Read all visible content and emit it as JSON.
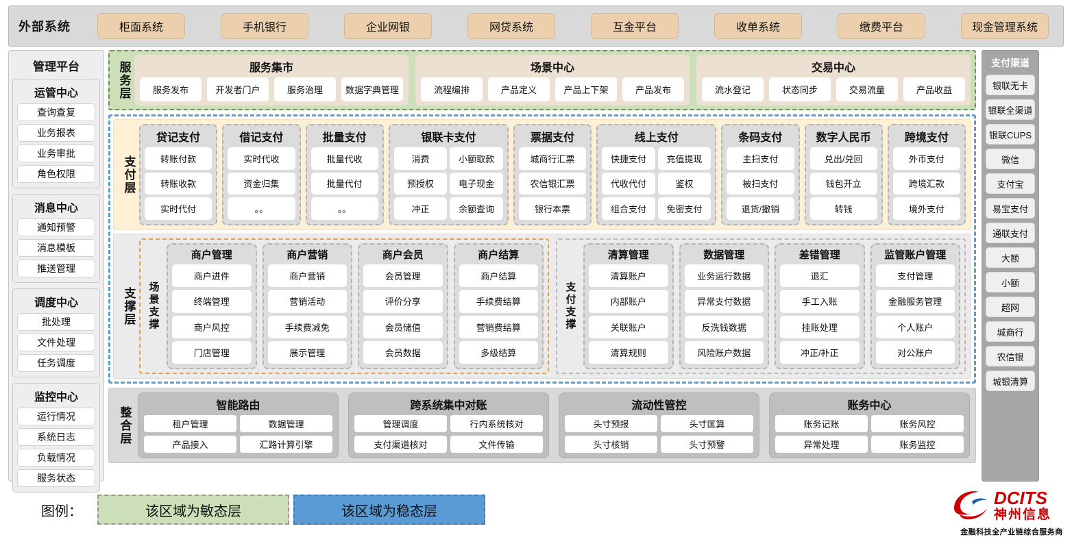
{
  "external": {
    "title": "外部系统",
    "items": [
      "柜面系统",
      "手机银行",
      "企业网银",
      "网贷系统",
      "互金平台",
      "收单系统",
      "缴费平台",
      "现金管理系统"
    ]
  },
  "left_panel": {
    "title": "管理平台",
    "groups": [
      {
        "title": "运管中心",
        "items": [
          "查询查复",
          "业务报表",
          "业务审批",
          "角色权限"
        ]
      },
      {
        "title": "消息中心",
        "items": [
          "通知预警",
          "消息模板",
          "推送管理"
        ]
      },
      {
        "title": "调度中心",
        "items": [
          "批处理",
          "文件处理",
          "任务调度"
        ]
      },
      {
        "title": "监控中心",
        "items": [
          "运行情况",
          "系统日志",
          "负载情况",
          "服务状态"
        ]
      }
    ]
  },
  "right_panel": {
    "title": "支付渠道",
    "items": [
      "银联无卡",
      "银联全渠道",
      "银联CUPS",
      "微信",
      "支付宝",
      "易宝支付",
      "通联支付",
      "大额",
      "小额",
      "超网",
      "城商行",
      "农信银",
      "城银清算"
    ]
  },
  "service_layer": {
    "label": "服务层",
    "groups": [
      {
        "title": "服务集市",
        "items": [
          "服务发布",
          "开发者门户",
          "服务治理",
          "数据字典管理"
        ]
      },
      {
        "title": "场景中心",
        "items": [
          "流程编排",
          "产品定义",
          "产品上下架",
          "产品发布"
        ]
      },
      {
        "title": "交易中心",
        "items": [
          "流水登记",
          "状态同步",
          "交易流量",
          "产品收益"
        ]
      }
    ]
  },
  "pay_layer": {
    "label": "支付层",
    "groups": [
      {
        "title": "贷记支付",
        "cols": 1,
        "items": [
          "转账付款",
          "转账收款",
          "实时代付"
        ]
      },
      {
        "title": "借记支付",
        "cols": 1,
        "items": [
          "实时代收",
          "资金归集",
          "。。"
        ]
      },
      {
        "title": "批量支付",
        "cols": 1,
        "items": [
          "批量代收",
          "批量代付",
          "。。"
        ]
      },
      {
        "title": "银联卡支付",
        "cols": 2,
        "items": [
          "消费",
          "小额取款",
          "预授权",
          "电子现金",
          "冲正",
          "余额查询"
        ]
      },
      {
        "title": "票据支付",
        "cols": 1,
        "items": [
          "城商行汇票",
          "农信银汇票",
          "银行本票"
        ]
      },
      {
        "title": "线上支付",
        "cols": 2,
        "items": [
          "快捷支付",
          "充值提现",
          "代收代付",
          "鉴权",
          "组合支付",
          "免密支付"
        ]
      },
      {
        "title": "条码支付",
        "cols": 1,
        "items": [
          "主扫支付",
          "被扫支付",
          "退货/撤销"
        ]
      },
      {
        "title": "数字人民币",
        "cols": 1,
        "items": [
          "兑出/兑回",
          "钱包开立",
          "转钱"
        ]
      },
      {
        "title": "跨境支付",
        "cols": 1,
        "items": [
          "外币支付",
          "跨境汇款",
          "境外支付"
        ]
      }
    ]
  },
  "support_layer": {
    "label": "支撑层",
    "halves": [
      {
        "label": "场景支撑",
        "groups": [
          {
            "title": "商户管理",
            "items": [
              "商户进件",
              "终端管理",
              "商户风控",
              "门店管理"
            ]
          },
          {
            "title": "商户营销",
            "items": [
              "商户营销",
              "营销活动",
              "手续费减免",
              "展示管理"
            ]
          },
          {
            "title": "商户会员",
            "items": [
              "会员管理",
              "评价分享",
              "会员储值",
              "会员数据"
            ]
          },
          {
            "title": "商户结算",
            "items": [
              "商户结算",
              "手续费结算",
              "营销费结算",
              "多级结算"
            ]
          }
        ]
      },
      {
        "label": "支付支撑",
        "groups": [
          {
            "title": "清算管理",
            "items": [
              "清算账户",
              "内部账户",
              "关联账户",
              "清算规则"
            ]
          },
          {
            "title": "数据管理",
            "items": [
              "业务运行数据",
              "异常支付数据",
              "反洗钱数据",
              "风险账户数据"
            ]
          },
          {
            "title": "差错管理",
            "items": [
              "退汇",
              "手工入账",
              "挂账处理",
              "冲正/补正"
            ]
          },
          {
            "title": "监管账户管理",
            "items": [
              "支付管理",
              "金融服务管理",
              "个人账户",
              "对公账户"
            ]
          }
        ]
      }
    ]
  },
  "integration_layer": {
    "label": "整合层",
    "groups": [
      {
        "title": "智能路由",
        "items": [
          "租户管理",
          "数据管理",
          "产品接入",
          "汇路计算引擎"
        ]
      },
      {
        "title": "跨系统集中对账",
        "items": [
          "管理调度",
          "行内系统核对",
          "支付渠道核对",
          "文件传输"
        ]
      },
      {
        "title": "流动性管控",
        "items": [
          "头寸预报",
          "头寸匡算",
          "头寸核销",
          "头寸预警"
        ]
      },
      {
        "title": "账务中心",
        "items": [
          "账务记账",
          "账务风控",
          "异常处理",
          "账务监控"
        ]
      }
    ]
  },
  "legend": {
    "label": "图例：",
    "dynamic": "该区域为敏态层",
    "stable": "该区域为稳态层"
  },
  "logo": {
    "en": "DCITS",
    "cn": "神州信息",
    "tagline": "金融科技全产业链综合服务商"
  },
  "colors": {
    "dynamic_green": "#ccdfb9",
    "stable_blue": "#5b9bd5",
    "pay_yellow": "#fdf0d5",
    "external_chip": "#ecd0ad",
    "brand_red": "#cc0000"
  }
}
